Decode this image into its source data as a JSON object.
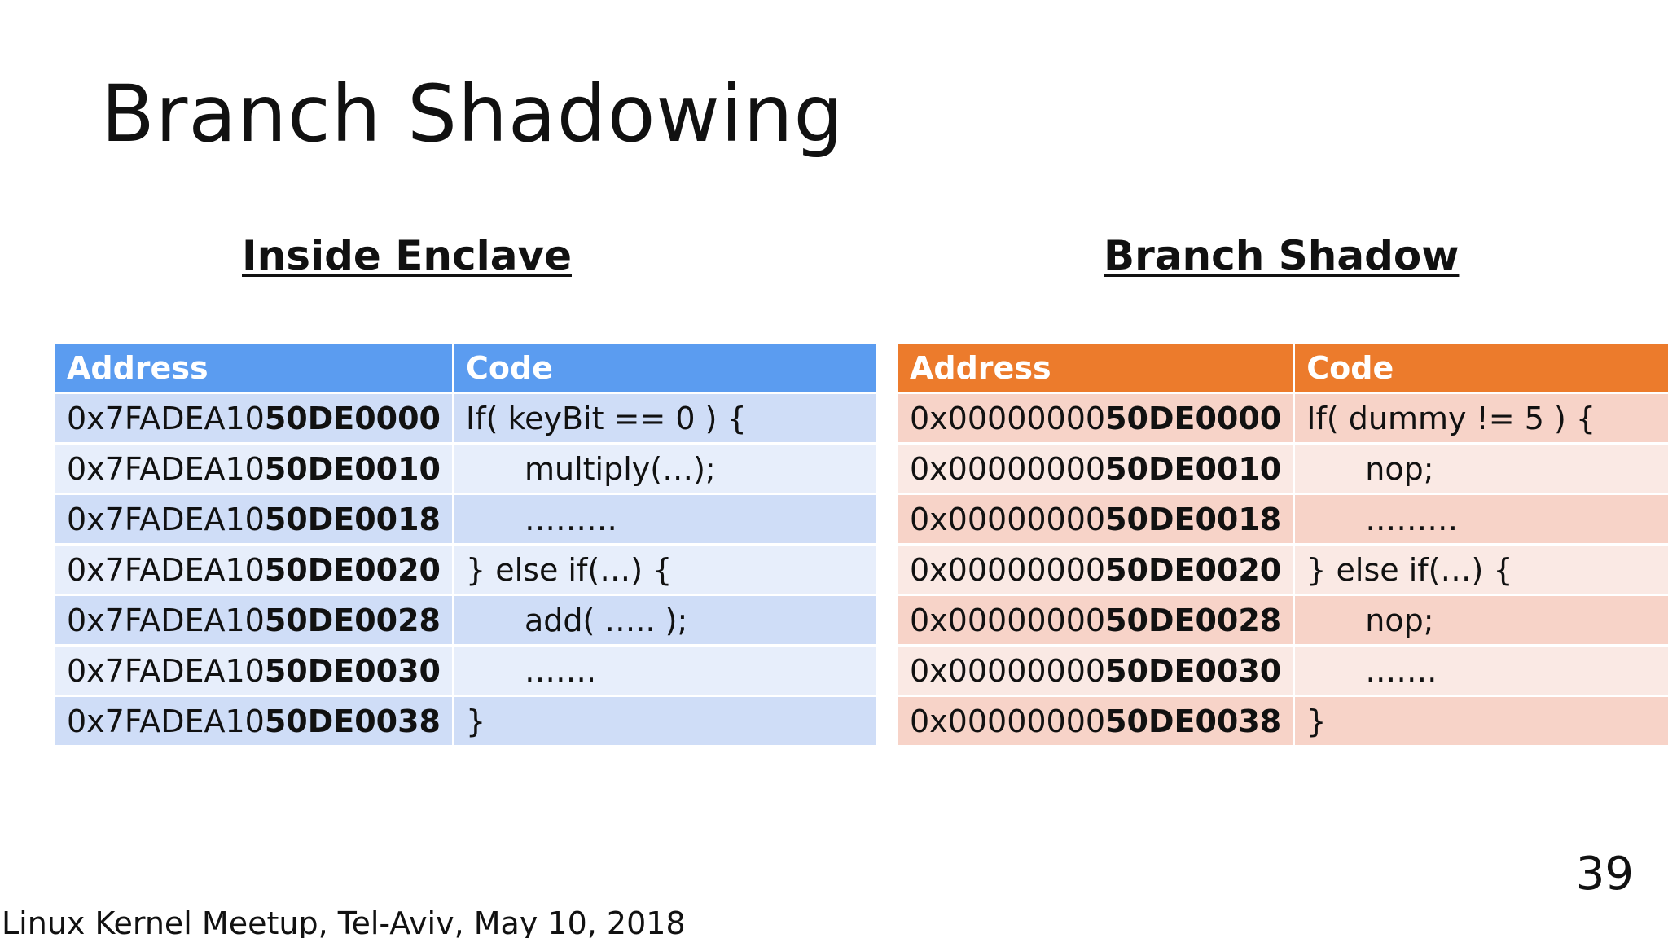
{
  "slide": {
    "title": "Branch Shadowing",
    "footer": "Linux Kernel Meetup, Tel-Aviv, May 10, 2018",
    "page_number": "39"
  },
  "left": {
    "heading": "Inside Enclave",
    "header_color": "#5b9cf0",
    "columns": [
      "Address",
      "Code"
    ],
    "rows": [
      {
        "addr_prefix": "0x7FADEA10",
        "addr_suffix": "50DE0000",
        "code": "If( keyBit == 0 ) {"
      },
      {
        "addr_prefix": "0x7FADEA10",
        "addr_suffix": "50DE0010",
        "code": "multiply(…);"
      },
      {
        "addr_prefix": "0x7FADEA10",
        "addr_suffix": "50DE0018",
        "code": "………"
      },
      {
        "addr_prefix": "0x7FADEA10",
        "addr_suffix": "50DE0020",
        "code": "} else if(…) {"
      },
      {
        "addr_prefix": "0x7FADEA10",
        "addr_suffix": "50DE0028",
        "code": "add( ….. );"
      },
      {
        "addr_prefix": "0x7FADEA10",
        "addr_suffix": "50DE0030",
        "code": "……."
      },
      {
        "addr_prefix": "0x7FADEA10",
        "addr_suffix": "50DE0038",
        "code": "}"
      }
    ]
  },
  "right": {
    "heading": "Branch Shadow",
    "header_color": "#ec7b2c",
    "columns": [
      "Address",
      "Code"
    ],
    "rows": [
      {
        "addr_prefix": "0x00000000",
        "addr_suffix": "50DE0000",
        "code": "If( dummy != 5 ) {"
      },
      {
        "addr_prefix": "0x00000000",
        "addr_suffix": "50DE0010",
        "code": "nop;"
      },
      {
        "addr_prefix": "0x00000000",
        "addr_suffix": "50DE0018",
        "code": "………"
      },
      {
        "addr_prefix": "0x00000000",
        "addr_suffix": "50DE0020",
        "code": "} else if(…) {"
      },
      {
        "addr_prefix": "0x00000000",
        "addr_suffix": "50DE0028",
        "code": "nop;"
      },
      {
        "addr_prefix": "0x00000000",
        "addr_suffix": "50DE0030",
        "code": "……."
      },
      {
        "addr_prefix": "0x00000000",
        "addr_suffix": "50DE0038",
        "code": "}"
      }
    ]
  }
}
